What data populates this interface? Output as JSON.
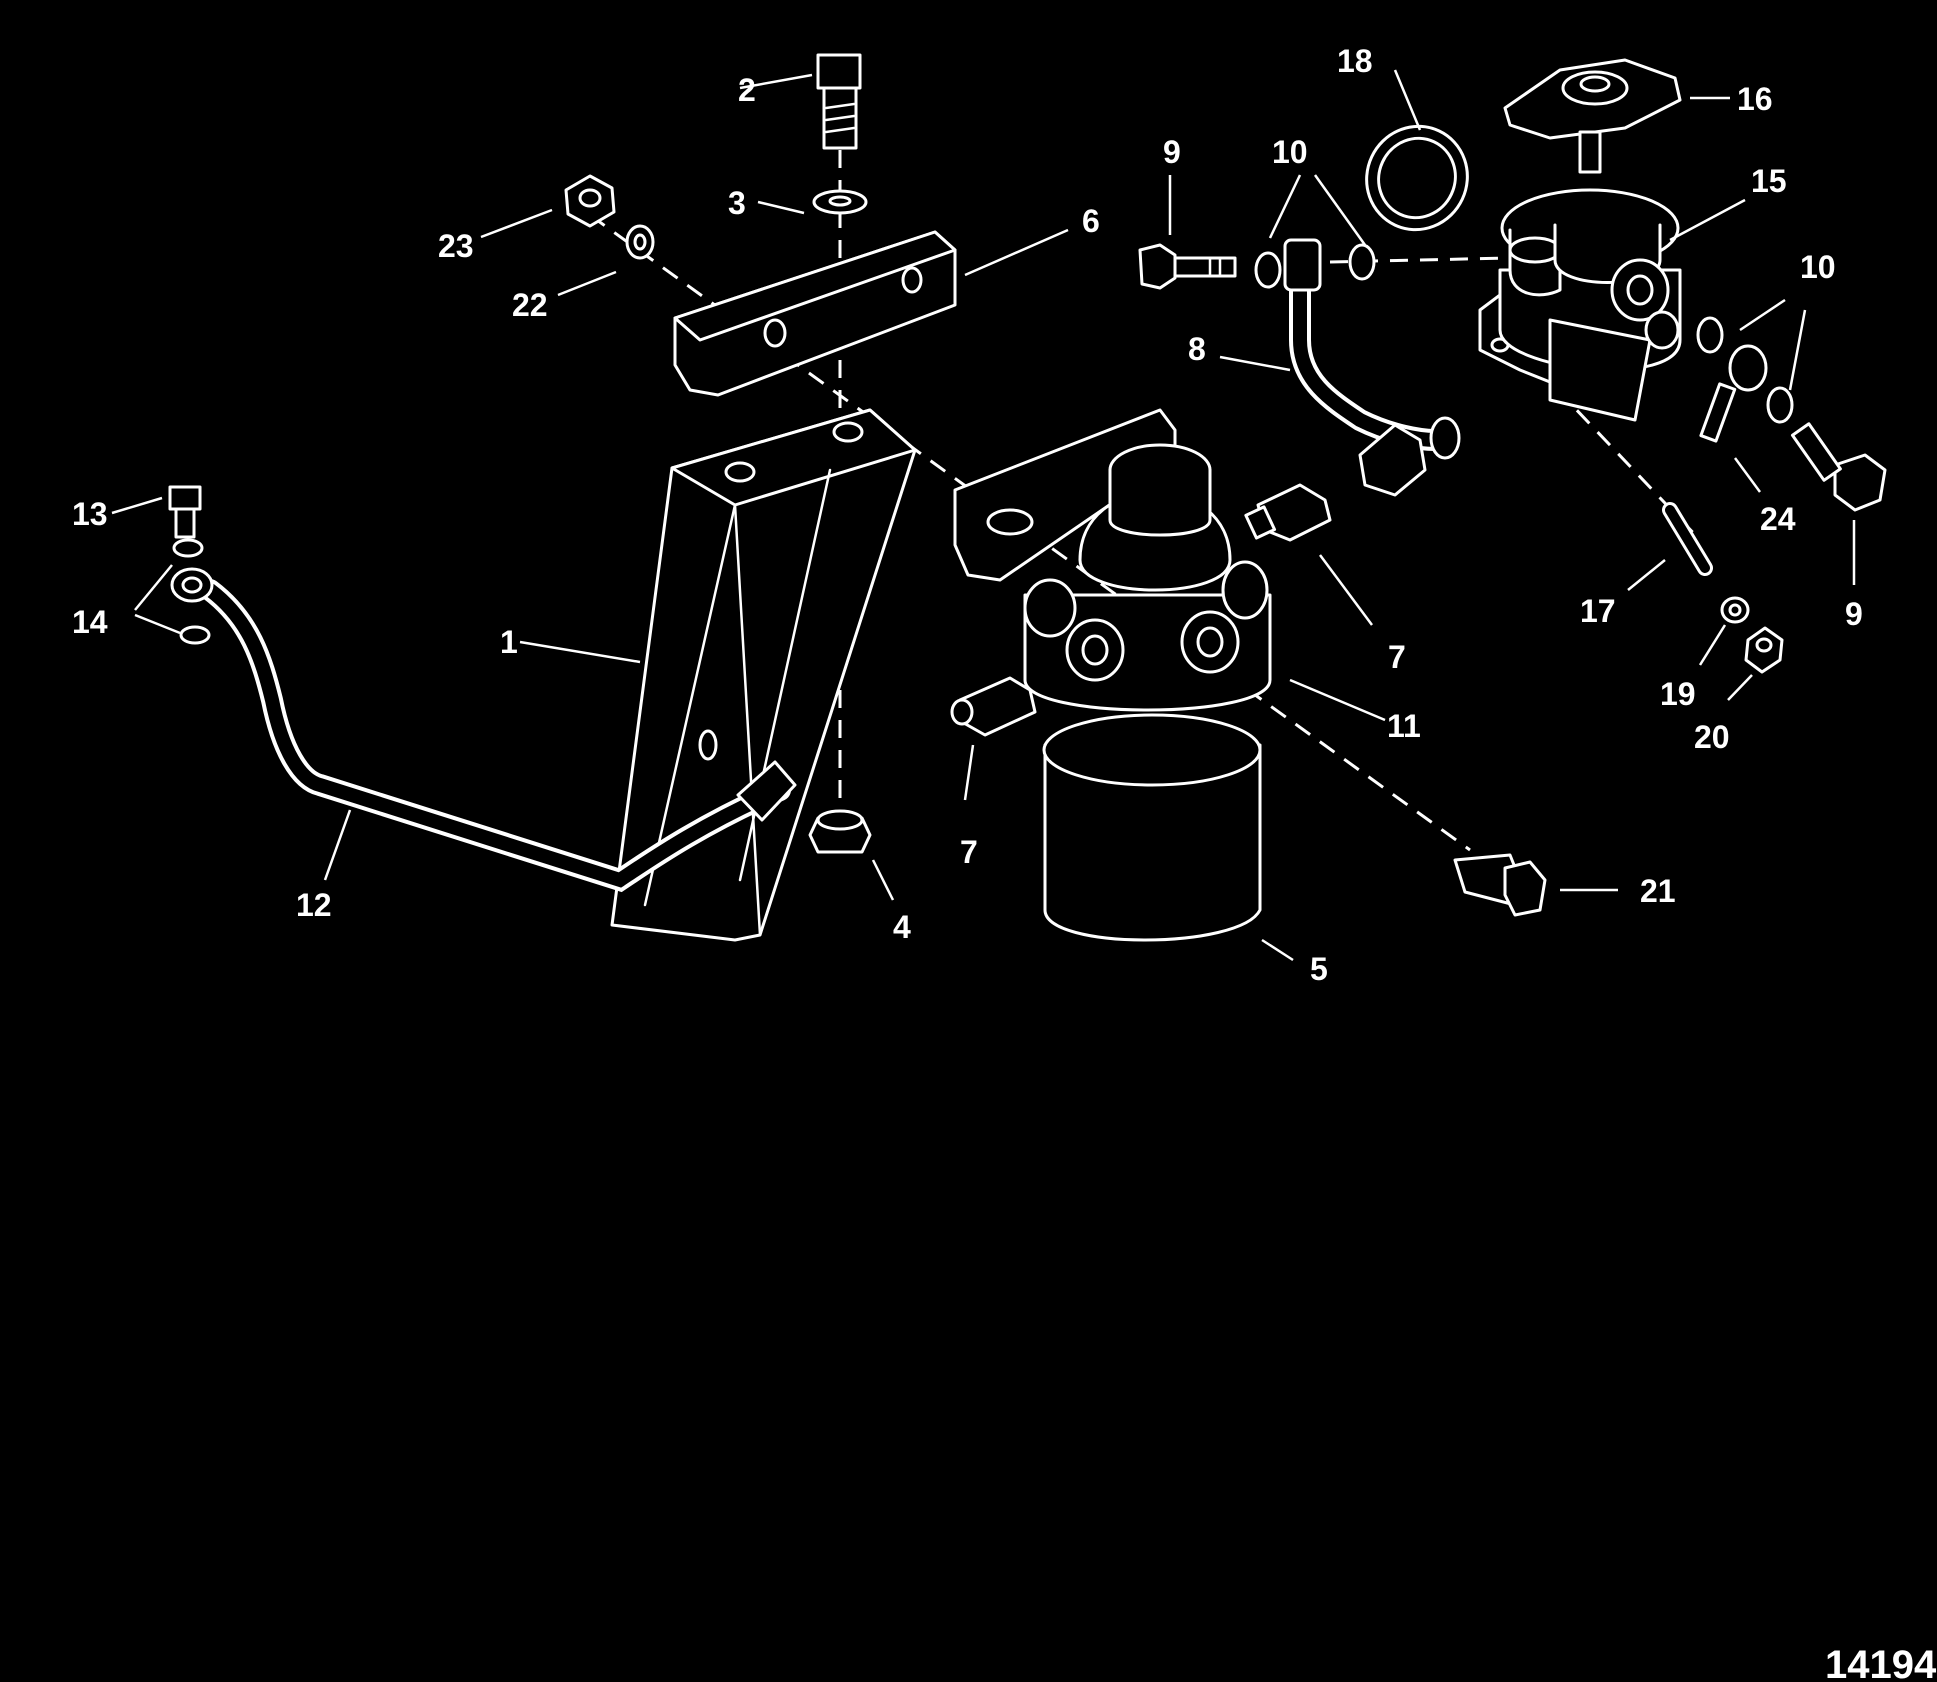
{
  "diagram": {
    "figure_number": "14194",
    "callouts": [
      {
        "id": "1"
      },
      {
        "id": "2"
      },
      {
        "id": "3"
      },
      {
        "id": "4"
      },
      {
        "id": "5"
      },
      {
        "id": "6"
      },
      {
        "id": "7"
      },
      {
        "id": "7"
      },
      {
        "id": "8"
      },
      {
        "id": "9"
      },
      {
        "id": "9"
      },
      {
        "id": "10"
      },
      {
        "id": "10"
      },
      {
        "id": "11"
      },
      {
        "id": "12"
      },
      {
        "id": "13"
      },
      {
        "id": "14"
      },
      {
        "id": "15"
      },
      {
        "id": "16"
      },
      {
        "id": "17"
      },
      {
        "id": "18"
      },
      {
        "id": "19"
      },
      {
        "id": "20"
      },
      {
        "id": "21"
      },
      {
        "id": "22"
      },
      {
        "id": "23"
      },
      {
        "id": "24"
      }
    ]
  }
}
